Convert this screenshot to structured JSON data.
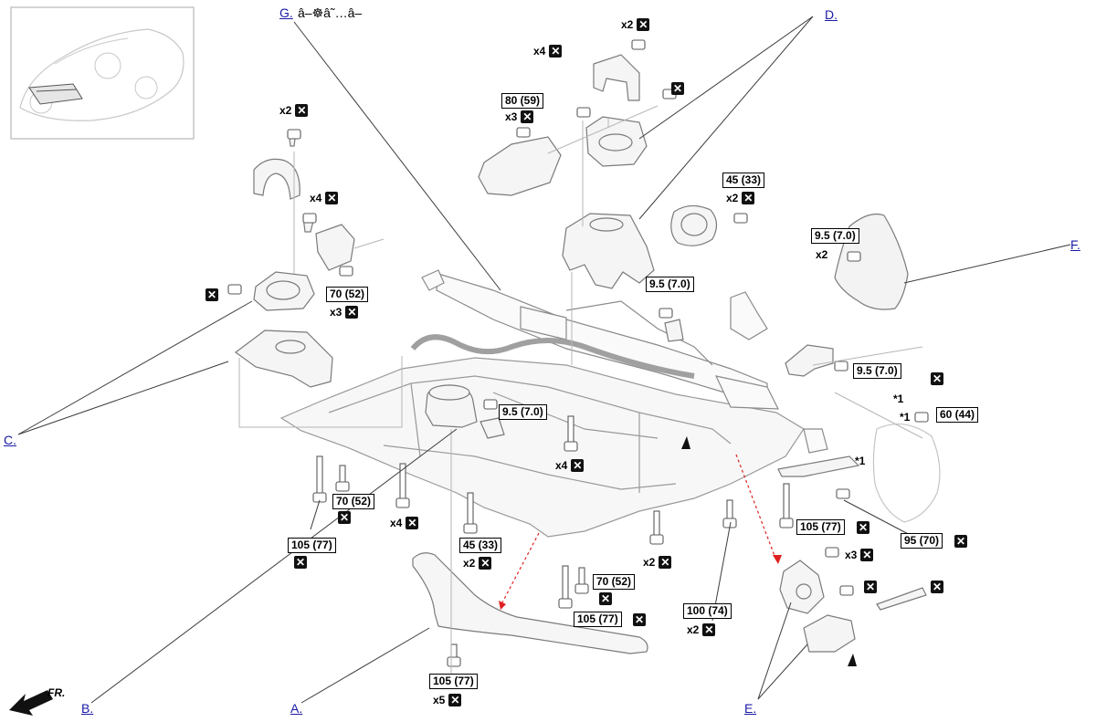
{
  "callouts": {
    "a": "A.",
    "b": "B.",
    "c": "C.",
    "d": "D.",
    "e": "E.",
    "f": "F.",
    "g": "G."
  },
  "g_suffix": "â–☸â˜…â–",
  "direction_label": "FR.",
  "torque_specs": [
    "80 (59)",
    "45 (33)",
    "9.5 (7.0)",
    "9.5 (7.0)",
    "70 (52)",
    "9.5 (7.0)",
    "9.5 (7.0)",
    "60 (44)",
    "70 (52)",
    "105 (77)",
    "45 (33)",
    "70 (52)",
    "105 (77)",
    "105 (77)",
    "95 (70)",
    "100 (74)",
    "105 (77)"
  ],
  "quantities": {
    "x2": "x2",
    "x3": "x3",
    "x4": "x4",
    "x5": "x5"
  },
  "markers": {
    "star": "*1",
    "no_reuse_symbol": "✕"
  },
  "colors": {
    "link": "#1a1aa6",
    "parts": "#bdbdbd",
    "leader": "#444444",
    "red_arrow": "#e02020"
  }
}
